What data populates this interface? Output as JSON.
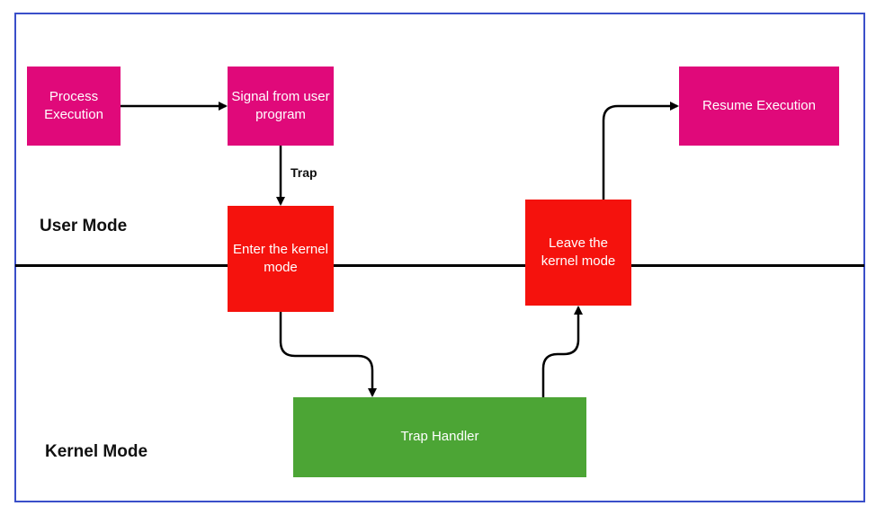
{
  "colors": {
    "frame_border": "#3a4fc9",
    "user_box": "#e0097a",
    "kernel_transition_box": "#f5120d",
    "handler_box": "#4ca535",
    "divider": "#000000"
  },
  "labels": {
    "user_mode": "User Mode",
    "kernel_mode": "Kernel Mode",
    "trap": "Trap"
  },
  "nodes": {
    "process_execution": "Process Execution",
    "signal_from_user": "Signal from user program",
    "enter_kernel": "Enter the kernel mode",
    "trap_handler": "Trap Handler",
    "leave_kernel": "Leave the kernel mode",
    "resume_execution": "Resume Execution"
  }
}
